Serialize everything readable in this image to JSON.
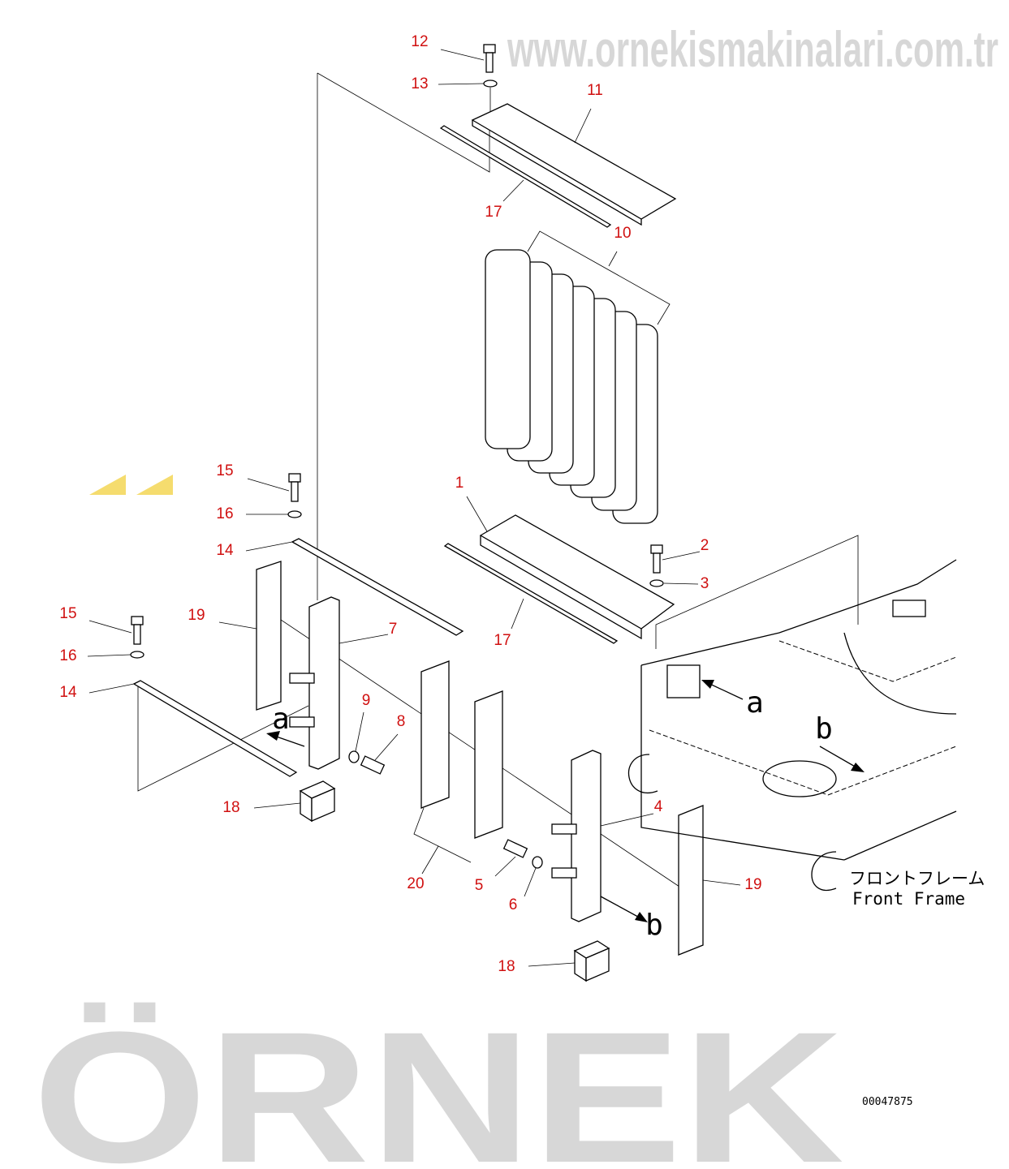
{
  "diagram": {
    "callouts": [
      "12",
      "13",
      "11",
      "17",
      "10",
      "1",
      "2",
      "3",
      "15",
      "16",
      "14",
      "19",
      "7",
      "17",
      "15",
      "16",
      "14",
      "9",
      "8",
      "18",
      "4",
      "20",
      "5",
      "6",
      "19",
      "18"
    ],
    "view_letters": [
      "a",
      "b",
      "a",
      "b"
    ],
    "front_frame_label_jp": "フロントフレーム",
    "front_frame_label_en": "Front Frame",
    "drawing_number": "00047875"
  },
  "watermark": {
    "brand": "ÖRNEK",
    "url": "www.ornekismakinalari.com.tr",
    "accent_color": "#f3d34a"
  }
}
